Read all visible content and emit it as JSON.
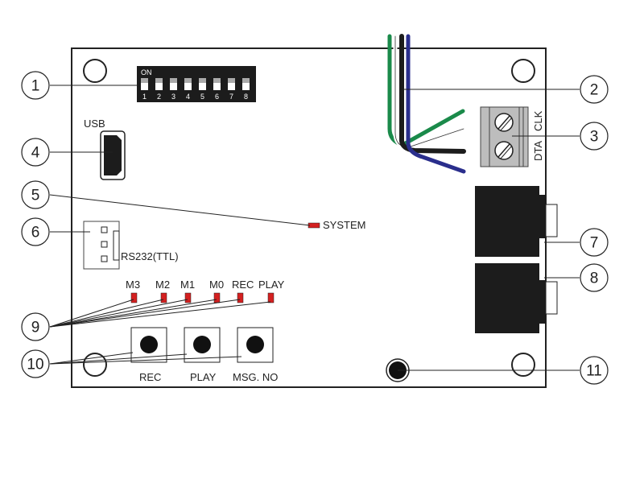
{
  "diagram": {
    "dip_switch": {
      "on_label": "ON",
      "positions": [
        "1",
        "2",
        "3",
        "4",
        "5",
        "6",
        "7",
        "8"
      ]
    },
    "labels": {
      "usb": "USB",
      "system": "SYSTEM",
      "rs232": "RS232(TTL)",
      "clk": "CLK",
      "dta": "DTA",
      "led_m3": "M3",
      "led_m2": "M2",
      "led_m1": "M1",
      "led_m0": "M0",
      "led_rec": "REC",
      "led_play": "PLAY",
      "btn_rec": "REC",
      "btn_play": "PLAY",
      "btn_msg": "MSG. NO"
    },
    "callouts": [
      "1",
      "2",
      "3",
      "4",
      "5",
      "6",
      "7",
      "8",
      "9",
      "10",
      "11"
    ],
    "colors": {
      "led": "#d42020",
      "wire_green": "#1a8a4a",
      "wire_blue": "#2a2e8c",
      "terminal": "#bdbdbd"
    }
  }
}
